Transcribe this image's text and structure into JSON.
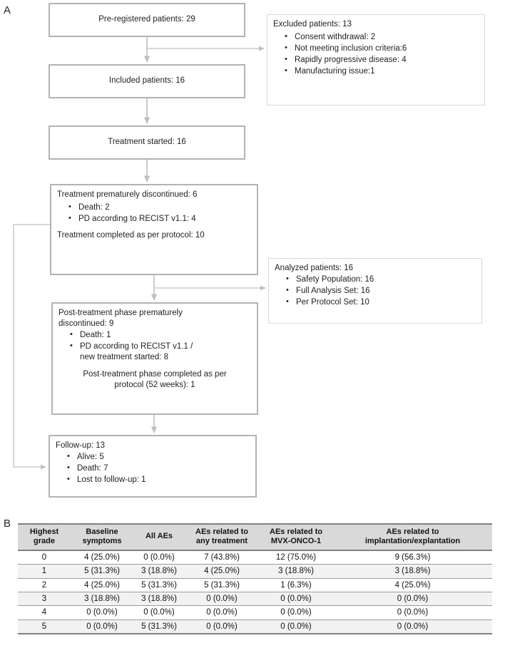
{
  "panels": {
    "a_label": "A",
    "b_label": "B"
  },
  "flowchart": {
    "prereg": {
      "title": "Pre-registered patients: 29"
    },
    "included": {
      "title": "Included patients: 16"
    },
    "started": {
      "title": "Treatment started: 16"
    },
    "excluded": {
      "title": "Excluded patients: 13",
      "items": [
        "Consent withdrawal: 2",
        "Not meeting inclusion criteria:6",
        "Rapidly progressive disease: 4",
        "Manufacturing issue:1"
      ]
    },
    "discontinued": {
      "title": "Treatment prematurely discontinued: 6",
      "items": [
        "Death: 2",
        "PD according to RECIST v1.1: 4"
      ],
      "sub": "Treatment completed as per protocol: 10"
    },
    "analyzed": {
      "title": "Analyzed patients: 16",
      "items": [
        "Safety Population: 16",
        "Full Analysis Set: 16",
        "Per Protocol Set: 10"
      ]
    },
    "post_treatment": {
      "title": "Post-treatment phase prematurely\ndiscontinued: 9",
      "items": [
        "Death: 1",
        "PD according to RECIST v1.1 /\nnew treatment started: 8"
      ],
      "sub": "Post-treatment phase completed as per\nprotocol (52 weeks): 1"
    },
    "followup": {
      "title": "Follow-up: 13",
      "items": [
        "Alive: 5",
        "Death: 7",
        "Lost to follow-up: 1"
      ]
    }
  },
  "table": {
    "headers": [
      "Highest\ngrade",
      "Baseline\nsymptoms",
      "All AEs",
      "AEs related to\nany treatment",
      "AEs related to\nMVX-ONCO-1",
      "AEs related to\nimplantation/explantation"
    ],
    "rows": [
      [
        "0",
        "4 (25.0%)",
        "0 (0.0%)",
        "7 (43.8%)",
        "12 (75.0%)",
        "9 (56.3%)"
      ],
      [
        "1",
        "5 (31.3%)",
        "3 (18.8%)",
        "4 (25.0%)",
        "3 (18.8%)",
        "3 (18.8%)"
      ],
      [
        "2",
        "4 (25.0%)",
        "5 (31.3%)",
        "5 (31.3%)",
        "1 (6.3%)",
        "4 (25.0%)"
      ],
      [
        "3",
        "3 (18.8%)",
        "3 (18.8%)",
        "0 (0.0%)",
        "0 (0.0%)",
        "0 (0.0%)"
      ],
      [
        "4",
        "0 (0.0%)",
        "0 (0.0%)",
        "0 (0.0%)",
        "0 (0.0%)",
        "0 (0.0%)"
      ],
      [
        "5",
        "0 (0.0%)",
        "5 (31.3%)",
        "0 (0.0%)",
        "0 (0.0%)",
        "0 (0.0%)"
      ]
    ]
  },
  "colors": {
    "box_border": "#b3b3b3",
    "box_border_light": "#d9d9d9",
    "connector": "#bfbfbf",
    "header_bg": "#d9d9d9",
    "row_alt_bg": "#f2f2f2",
    "rule": "#808080"
  }
}
